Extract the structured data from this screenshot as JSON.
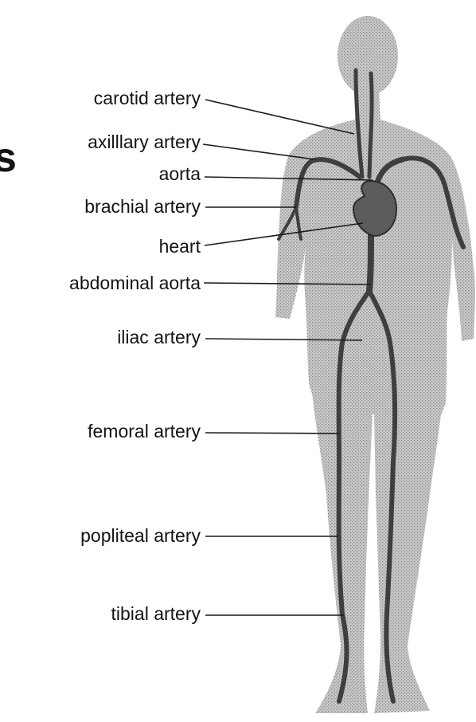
{
  "diagram": {
    "labels": [
      {
        "id": "carotid",
        "text": "carotid  artery"
      },
      {
        "id": "axillary",
        "text": "axilllary artery"
      },
      {
        "id": "aorta",
        "text": "aorta"
      },
      {
        "id": "brachial",
        "text": "brachial artery"
      },
      {
        "id": "heart",
        "text": "heart"
      },
      {
        "id": "abdominal",
        "text": "abdominal aorta"
      },
      {
        "id": "iliac",
        "text": "iliac artery"
      },
      {
        "id": "femoral",
        "text": "femoral artery"
      },
      {
        "id": "popliteal",
        "text": "popliteal artery"
      },
      {
        "id": "tibial",
        "text": "tibial artery"
      }
    ],
    "edge_glyph": "s"
  },
  "colors": {
    "silhouette": "#b9b9b9",
    "artery": "#4a4a4a",
    "heart": "#5e5e5e",
    "leader": "#1a1a1a"
  }
}
